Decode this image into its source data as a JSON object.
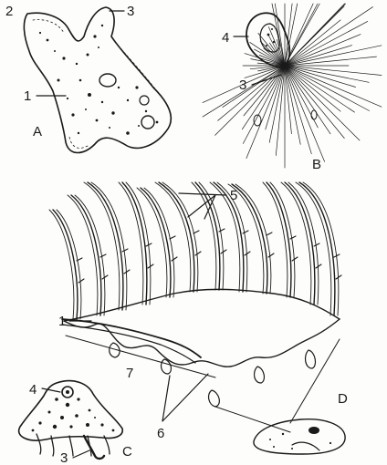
{
  "figure": {
    "panels": {
      "A": {
        "letter": "A",
        "labels": {
          "n1": "1",
          "n2": "2",
          "n3": "3"
        }
      },
      "B": {
        "letter": "B",
        "labels": {
          "n3": "3",
          "n4": "4"
        }
      },
      "C": {
        "letter": "C",
        "labels": {
          "n3": "3",
          "n4": "4"
        }
      },
      "D": {
        "letter": "D",
        "labels": {
          "n1": "1",
          "n5": "5",
          "n6": "6",
          "n7": "7"
        }
      }
    },
    "colors": {
      "ink": "#1a1a1a",
      "paper": "#fdfdfb"
    }
  }
}
